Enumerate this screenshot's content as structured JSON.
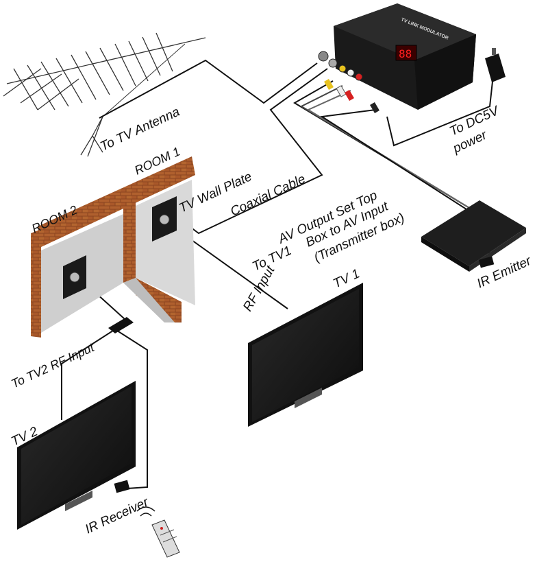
{
  "labels": {
    "to_tv_antenna": "To TV Antenna",
    "room1": "ROOM 1",
    "room2": "ROOM 2",
    "tv_wall_plate": "TV Wall Plate",
    "coaxial_cable": "Coaxial Cable",
    "av_output_1": "AV Output Set Top",
    "av_output_2": "Box to AV Input",
    "av_output_3": "(Transmitter box)",
    "to_tv1_1": "To TV1",
    "to_tv1_2": "RF Input",
    "tv1": "TV 1",
    "to_tv2_rf": "To TV2 RF Input",
    "tv2": "TV 2",
    "ir_receiver": "IR Receiver",
    "ir_emitter": "IR Emitter",
    "to_dc5v_1": "To DC5V",
    "to_dc5v_2": "power",
    "modulator_title": "TV LINK MODULATOR",
    "modulator_display": "88"
  }
}
